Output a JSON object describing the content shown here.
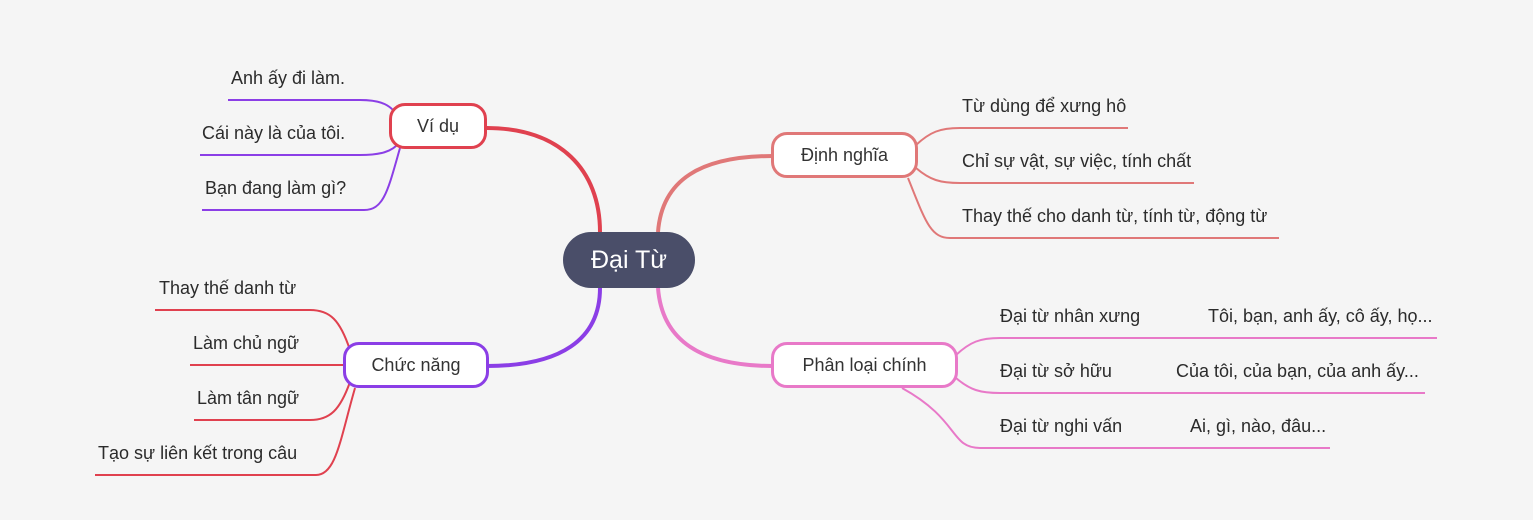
{
  "mindmap": {
    "root": {
      "label": "Đại Từ",
      "color": "#4a4e69"
    },
    "branches": [
      {
        "id": "vi-du",
        "label": "Ví dụ",
        "color": "#e0414f",
        "leaf_color": "#8b3ee6",
        "children": [
          "Anh ấy đi làm.",
          "Cái này là của tôi.",
          "Bạn đang làm gì?"
        ]
      },
      {
        "id": "chuc-nang",
        "label": "Chức năng",
        "color": "#8b3ee6",
        "leaf_color": "#e0414f",
        "children": [
          "Thay thế danh từ",
          "Làm chủ ngữ",
          "Làm tân ngữ",
          "Tạo sự liên kết trong câu"
        ]
      },
      {
        "id": "dinh-nghia",
        "label": "Định nghĩa",
        "color": "#e07878",
        "leaf_color": "#e07878",
        "children": [
          "Từ dùng để xưng hô",
          "Chỉ sự vật, sự việc, tính chất",
          "Thay thế cho danh từ, tính từ, động từ"
        ]
      },
      {
        "id": "phan-loai",
        "label": "Phân loại chính",
        "color": "#e879c8",
        "leaf_color": "#e879c8",
        "children": [
          {
            "label": "Đại từ nhân xưng",
            "example": "Tôi, bạn, anh ấy, cô ấy, họ..."
          },
          {
            "label": "Đại từ sở hữu",
            "example": "Của tôi, của bạn, của anh ấy..."
          },
          {
            "label": "Đại từ nghi vấn",
            "example": "Ai, gì, nào, đâu..."
          }
        ]
      }
    ]
  }
}
